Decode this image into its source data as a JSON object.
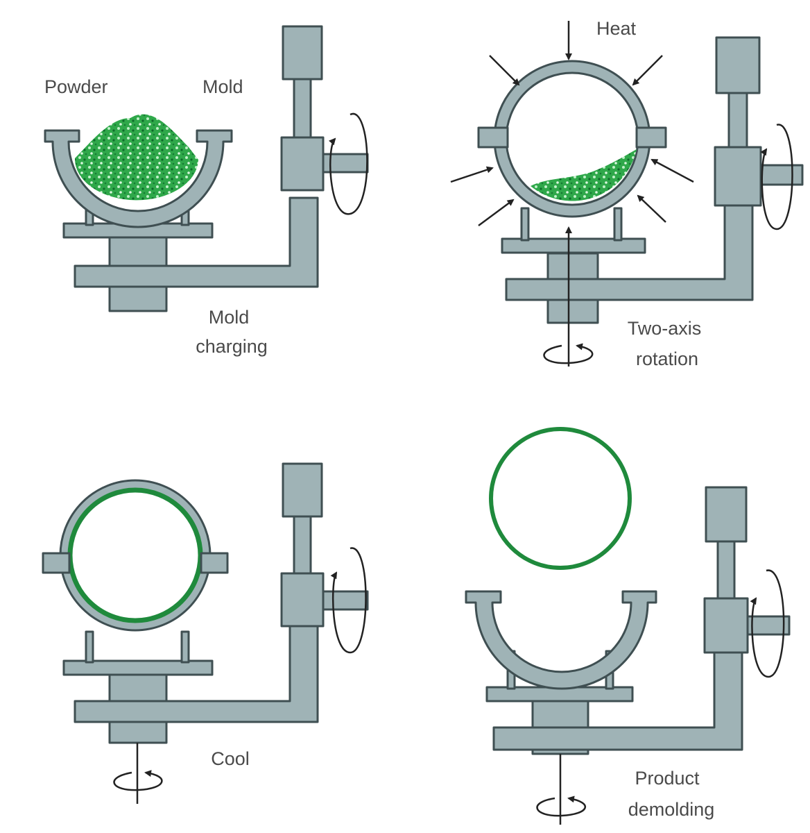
{
  "colors": {
    "machine_fill": "#9fb3b6",
    "machine_stroke": "#3f4f52",
    "powder": "#2fa84a",
    "product_ring": "#1f8a3c",
    "arrow": "#222222",
    "text": "#4a4a4a"
  },
  "panels": {
    "mold_charging": {
      "powder_label": "Powder",
      "mold_label": "Mold",
      "caption_line1": "Mold",
      "caption_line2": "charging"
    },
    "rotation": {
      "heat_label": "Heat",
      "caption_line1": "Two-axis",
      "caption_line2": "rotation"
    },
    "cool": {
      "caption": "Cool"
    },
    "demolding": {
      "caption_line1": "Product",
      "caption_line2": "demolding"
    }
  }
}
